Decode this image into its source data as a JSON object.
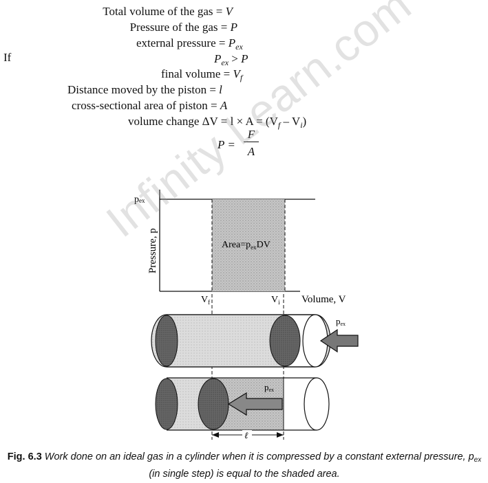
{
  "equations": {
    "total_volume": {
      "label": "Total volume of the gas =",
      "var": "V"
    },
    "pressure": {
      "label": "Pressure of the gas =",
      "var": "P"
    },
    "external_pressure": {
      "label": "external pressure =",
      "var": "P",
      "sub": "ex"
    },
    "if_word": "If",
    "inequality": {
      "lhs": "P",
      "lhs_sub": "ex",
      "op": ">",
      "rhs": "P"
    },
    "final_volume": {
      "label": "final volume =",
      "var": "V",
      "sub": "f"
    },
    "distance": {
      "label": "Distance moved by the piston =",
      "var": "l"
    },
    "area": {
      "label": "cross-sectional area of piston =",
      "var": "A"
    },
    "volume_change": {
      "label": "volume change ΔV = l × A = (V",
      "sub_f": "f",
      "mid": " – V",
      "sub_i": "i",
      "end": ")"
    },
    "pressure_def": {
      "lhs": "P =",
      "num": "F",
      "den": "A"
    }
  },
  "diagram": {
    "y_axis_label": "Pressure, p",
    "y_tick": "p",
    "y_tick_sub": "ex",
    "area_label": "Area=p",
    "area_label_sub": "ex",
    "area_label_end": "DV",
    "x_tick_f": "V",
    "x_tick_f_sub": "f",
    "x_tick_i": "V",
    "x_tick_i_sub": "i",
    "x_axis_label": "Volume, V",
    "arrow_label_top": "p",
    "arrow_label_top_sub": "ex",
    "arrow_label_bottom": "p",
    "arrow_label_bottom_sub": "ex",
    "distance_label": "ℓ"
  },
  "caption": {
    "fig": "Fig. 6.3",
    "text": "Work done on an ideal gas in a cylinder when it is compressed by a constant external pressure, p",
    "sub": "ex",
    "text_end": "(in single step) is equal to the shaded area."
  },
  "watermark": "Infinity Learn.com",
  "colors": {
    "shade": "#bdbdbd",
    "dark_piston": "#555555",
    "cylinder": "#d4d4d4"
  }
}
